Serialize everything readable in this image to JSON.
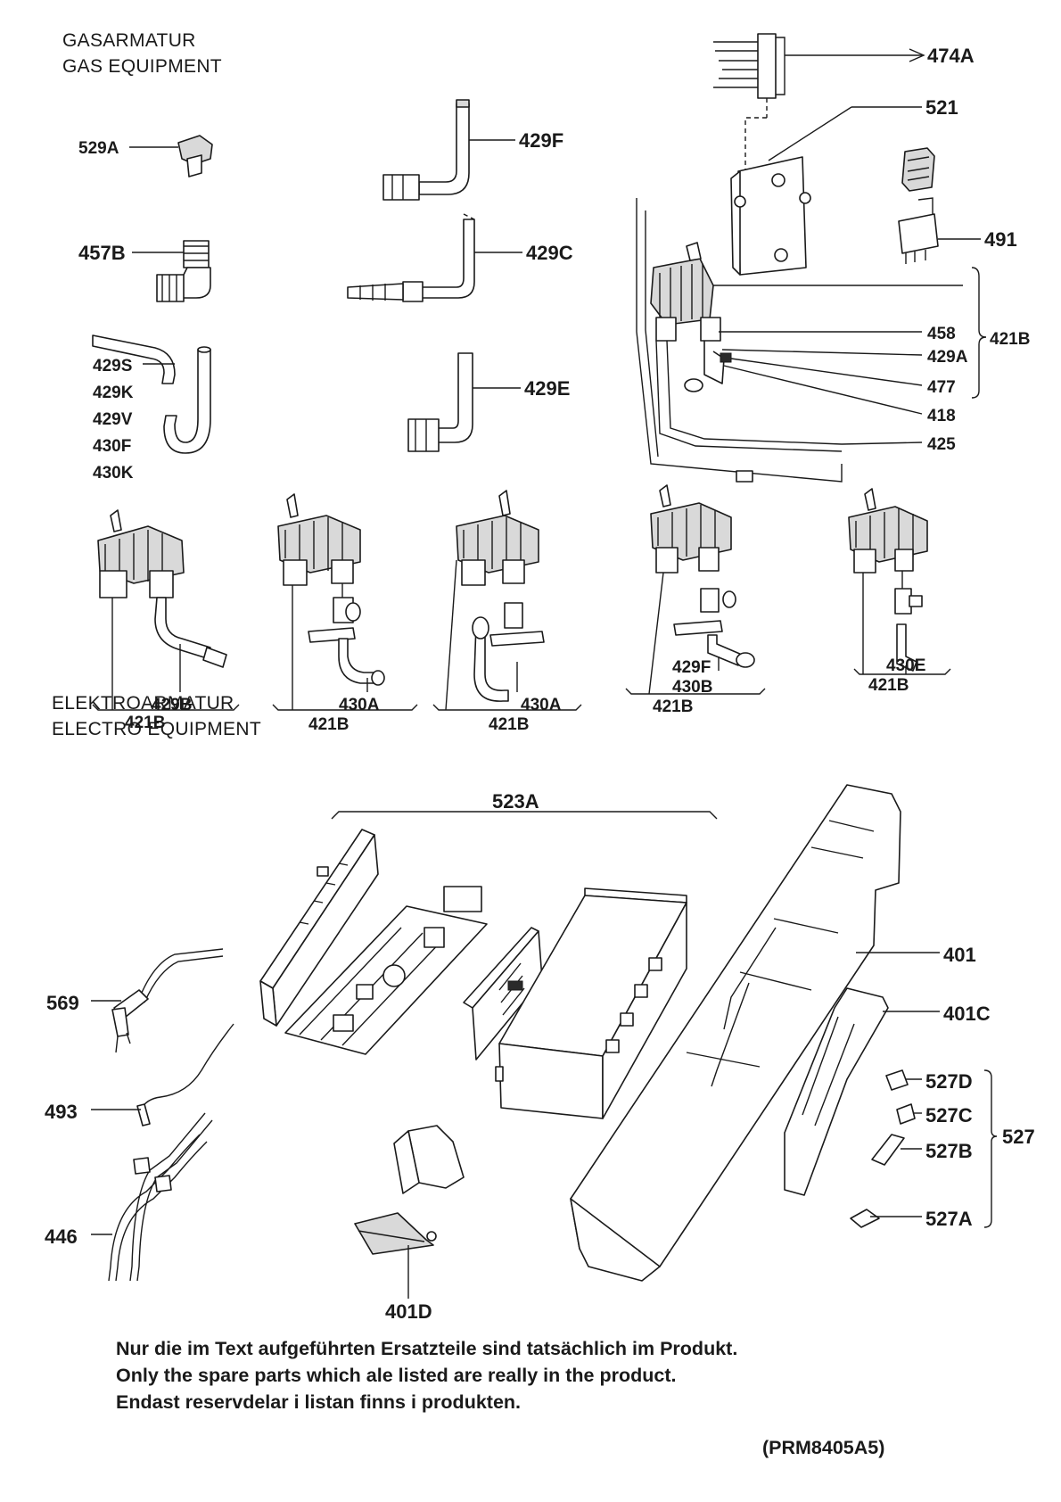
{
  "headings": {
    "gas_de": "GASARMATUR",
    "gas_en": "GAS EQUIPMENT",
    "electro_de": "ELEKTROARMATUR",
    "electro_en": "ELECTRO EQUIPMENT"
  },
  "labels": {
    "p474A": "474A",
    "p521": "521",
    "p491": "491",
    "p458": "458",
    "p429A": "429A",
    "p477": "477",
    "p418": "418",
    "p425": "425",
    "p421B_group": "421B",
    "p529A": "529A",
    "p429F": "429F",
    "p457B": "457B",
    "p429C": "429C",
    "p429S": "429S",
    "p429K": "429K",
    "p429V": "429V",
    "p430F": "430F",
    "p430K": "430K",
    "p429E": "429E",
    "v1_sub": "429B",
    "v1_main": "421B",
    "v2_sub": "430A",
    "v2_main": "421B",
    "v3_sub": "430A",
    "v3_main": "421B",
    "v4_sub1": "429F",
    "v4_sub2": "430B",
    "v4_main": "421B",
    "v5_sub": "430E",
    "v5_main": "421B",
    "p523A": "523A",
    "p401": "401",
    "p401C": "401C",
    "p569": "569",
    "p527D": "527D",
    "p527C": "527C",
    "p527B": "527B",
    "p527A": "527A",
    "p527": "527",
    "p493": "493",
    "p446": "446",
    "p401D": "401D"
  },
  "notes": [
    "Nur die im Text aufgeführten Ersatzteile sind tatsächlich im Produkt.",
    "Only the spare parts which ale listed are really in the product.",
    "Endast reservdelar i listan finns i produkten."
  ],
  "reference": "(PRM8405A5)"
}
